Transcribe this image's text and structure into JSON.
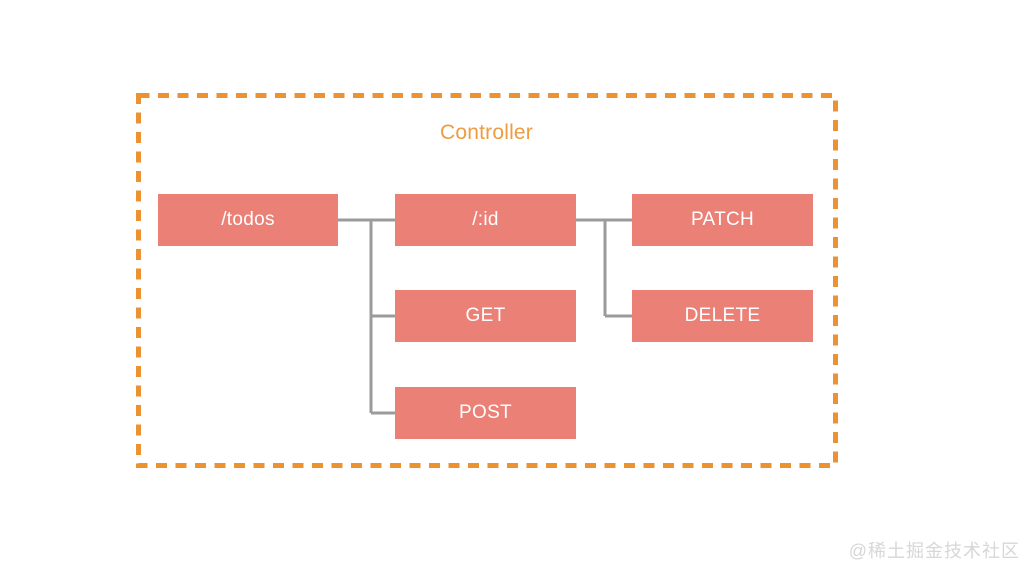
{
  "diagram": {
    "title": "Controller",
    "nodes": [
      {
        "id": "todos",
        "label": "/todos"
      },
      {
        "id": "id-param",
        "label": "/:id"
      },
      {
        "id": "get",
        "label": "GET"
      },
      {
        "id": "post",
        "label": "POST"
      },
      {
        "id": "patch",
        "label": "PATCH"
      },
      {
        "id": "delete",
        "label": "DELETE"
      }
    ],
    "edges": [
      {
        "from": "/todos",
        "to": "/:id"
      },
      {
        "from": "/todos",
        "to": "GET"
      },
      {
        "from": "/todos",
        "to": "POST"
      },
      {
        "from": "/:id",
        "to": "PATCH"
      },
      {
        "from": "/:id",
        "to": "DELETE"
      }
    ],
    "colors": {
      "node_fill": "#EB8077",
      "node_text": "#FFFFFF",
      "dashed_border": "#EC9231",
      "title_text": "#ED9C42",
      "connector": "#9B9B9B",
      "background": "#FFFFFF"
    }
  },
  "watermark": {
    "text": "@稀土掘金技术社区"
  }
}
